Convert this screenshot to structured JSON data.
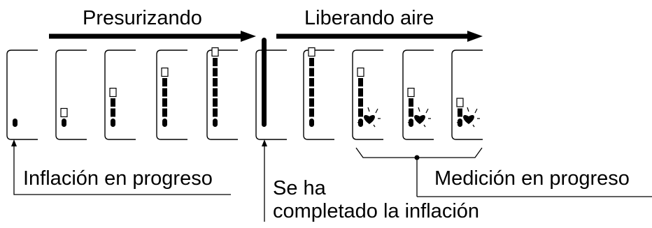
{
  "phases": {
    "pressurizing": "Presurizando",
    "releasing": "Liberando aire"
  },
  "labels": {
    "inflation_in_progress": "Inflación en progreso",
    "inflation_completed_line1": "Se ha",
    "inflation_completed_line2": "completado la inflación",
    "measurement_in_progress": "Medición en progreso"
  },
  "colors": {
    "ink": "#000000",
    "background": "#ffffff"
  },
  "frames": [
    {
      "level": 1,
      "heart": false,
      "pulse_only": false
    },
    {
      "level": 2,
      "heart": false,
      "pulse_only": false
    },
    {
      "level": 4,
      "heart": false,
      "pulse_only": false
    },
    {
      "level": 6,
      "heart": false,
      "pulse_only": false
    },
    {
      "level": 8,
      "heart": false,
      "pulse_only": false
    },
    {
      "level": 9,
      "heart": false,
      "pulse_only": true
    },
    {
      "level": 8,
      "heart": false,
      "pulse_only": false
    },
    {
      "level": 6,
      "heart": true,
      "pulse_only": false
    },
    {
      "level": 4,
      "heart": true,
      "pulse_only": false
    },
    {
      "level": 3,
      "heart": true,
      "pulse_only": false
    }
  ]
}
